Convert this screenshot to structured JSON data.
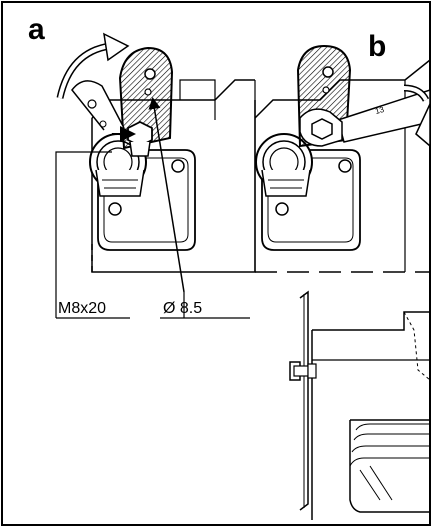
{
  "panels": {
    "a": {
      "label": "a"
    },
    "b": {
      "label": "b",
      "wrench_size": "13"
    }
  },
  "dimensions": {
    "bolt": "M8x20",
    "hole": "Ø 8.5"
  },
  "colors": {
    "line": "#000000",
    "background": "#ffffff",
    "hatch": "#000000"
  }
}
